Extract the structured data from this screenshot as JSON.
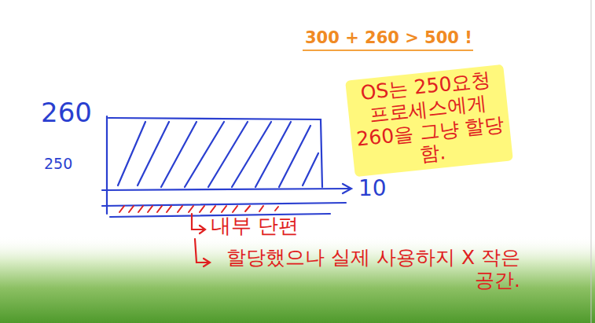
{
  "diagram": {
    "labels": [
      "300 + 260 > 500 !",
      "260",
      "250",
      "10",
      "OS는 250요청 프로세스에게 260을 그냥 할당함.",
      "내부 단편",
      "할당했으나 실제 사용하지 X 작은 공간."
    ]
  }
}
